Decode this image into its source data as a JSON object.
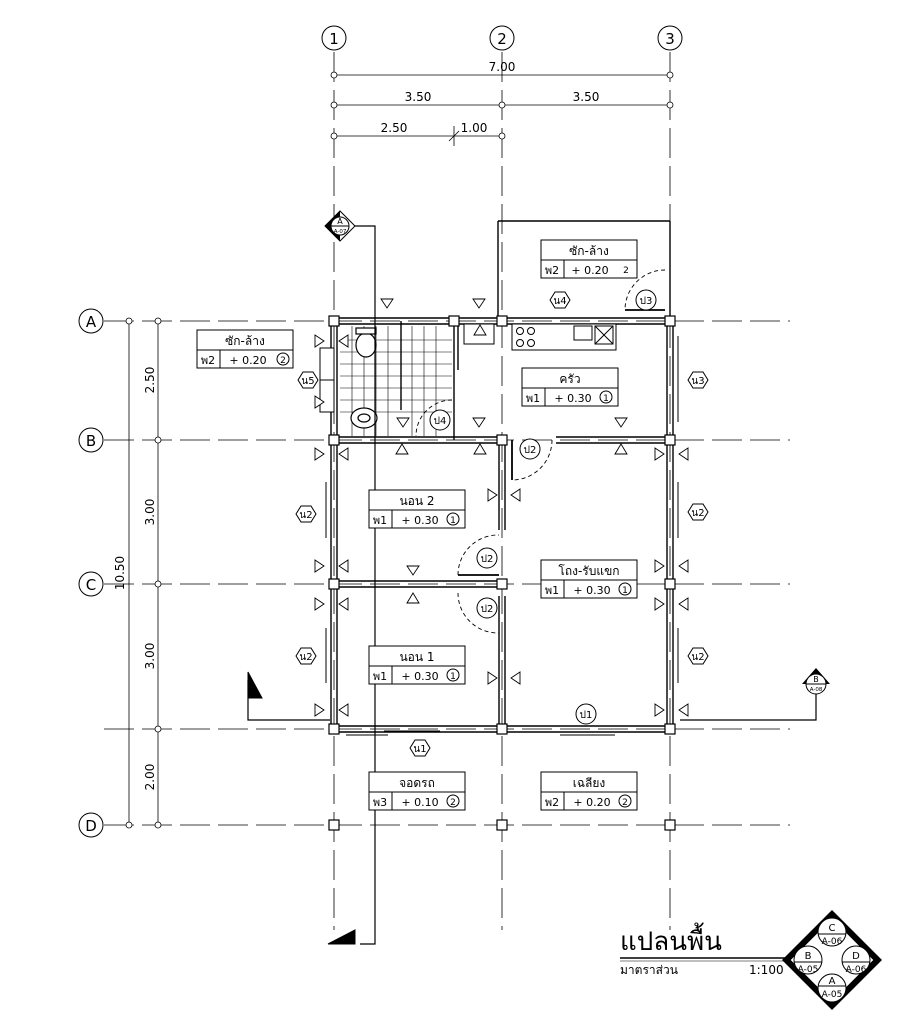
{
  "grid": {
    "columns": [
      "1",
      "2",
      "3"
    ],
    "rows": [
      "A",
      "B",
      "C",
      "D"
    ]
  },
  "dimensions": {
    "overall_width": "7.00",
    "bay_1": "3.50",
    "bay_2": "3.50",
    "sub_1": "2.50",
    "sub_2": "1.00",
    "overall_depth": "10.50",
    "row_ab": "2.50",
    "row_bc": "3.00",
    "row_cd": "3.00",
    "row_d": "2.00"
  },
  "rooms": [
    {
      "name": "ซัก-ล้าง",
      "floor": "พ2",
      "level": "+ 0.20",
      "num": "2"
    },
    {
      "name": "ซัก-ล้าง",
      "floor": "พ2",
      "level": "+ 0.20",
      "num": "2"
    },
    {
      "name": "ครัว",
      "floor": "พ1",
      "level": "+ 0.30",
      "num": "1"
    },
    {
      "name": "นอน 2",
      "floor": "พ1",
      "level": "+ 0.30",
      "num": "1"
    },
    {
      "name": "โถง-รับแขก",
      "floor": "พ1",
      "level": "+ 0.30",
      "num": "1"
    },
    {
      "name": "นอน 1",
      "floor": "พ1",
      "level": "+ 0.30",
      "num": "1"
    },
    {
      "name": "จอดรถ",
      "floor": "พ3",
      "level": "+ 0.10",
      "num": "2"
    },
    {
      "name": "เฉลียง",
      "floor": "พ2",
      "level": "+ 0.20",
      "num": "2"
    }
  ],
  "doors": [
    "ป1",
    "ป2",
    "ป2",
    "ป2",
    "ป3",
    "ป4"
  ],
  "windows": [
    "น1",
    "น2",
    "น2",
    "น2",
    "น2",
    "น3",
    "น4",
    "น5"
  ],
  "section_markers": [
    {
      "letter": "A",
      "sheet": "A-07"
    },
    {
      "letter": "B",
      "sheet": "A-08"
    }
  ],
  "key_marker": {
    "top": "C",
    "top_sheet": "A-06",
    "left": "B",
    "left_sheet": "A-05",
    "right": "D",
    "right_sheet": "A-06",
    "bottom": "A",
    "bottom_sheet": "A-05"
  },
  "title": {
    "main": "แปลนพื้น",
    "scale_label": "มาตราส่วน",
    "scale": "1:100"
  }
}
